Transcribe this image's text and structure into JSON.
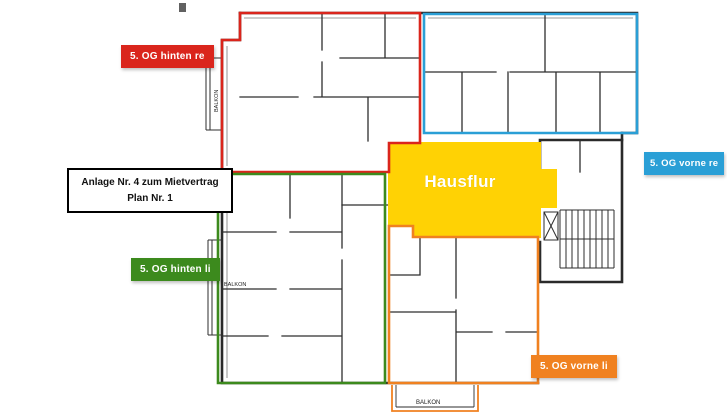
{
  "page": {
    "background": "#ffffff"
  },
  "title_box": {
    "line1": "Anlage Nr. 4 zum Mietvertrag",
    "line2": "Plan Nr. 1"
  },
  "regions": {
    "hinten_re": {
      "label": "5. OG hinten re",
      "color": "#da251c"
    },
    "vorne_re": {
      "label": "5. OG vorne re",
      "color": "#2a9fd6"
    },
    "hinten_li": {
      "label": "5. OG hinten li",
      "color": "#3c8a1d"
    },
    "vorne_li": {
      "label": "5. OG vorne li",
      "color": "#f08120"
    }
  },
  "hausflur": {
    "label": "Hausflur",
    "fill": "#ffd204",
    "text_color": "#ffffff"
  },
  "plan": {
    "wall_color": "#2a2a2a",
    "balkon_top_left": "BALKON",
    "balkon_mid_left": "BALKON",
    "balkon_bottom": "BALKON"
  }
}
